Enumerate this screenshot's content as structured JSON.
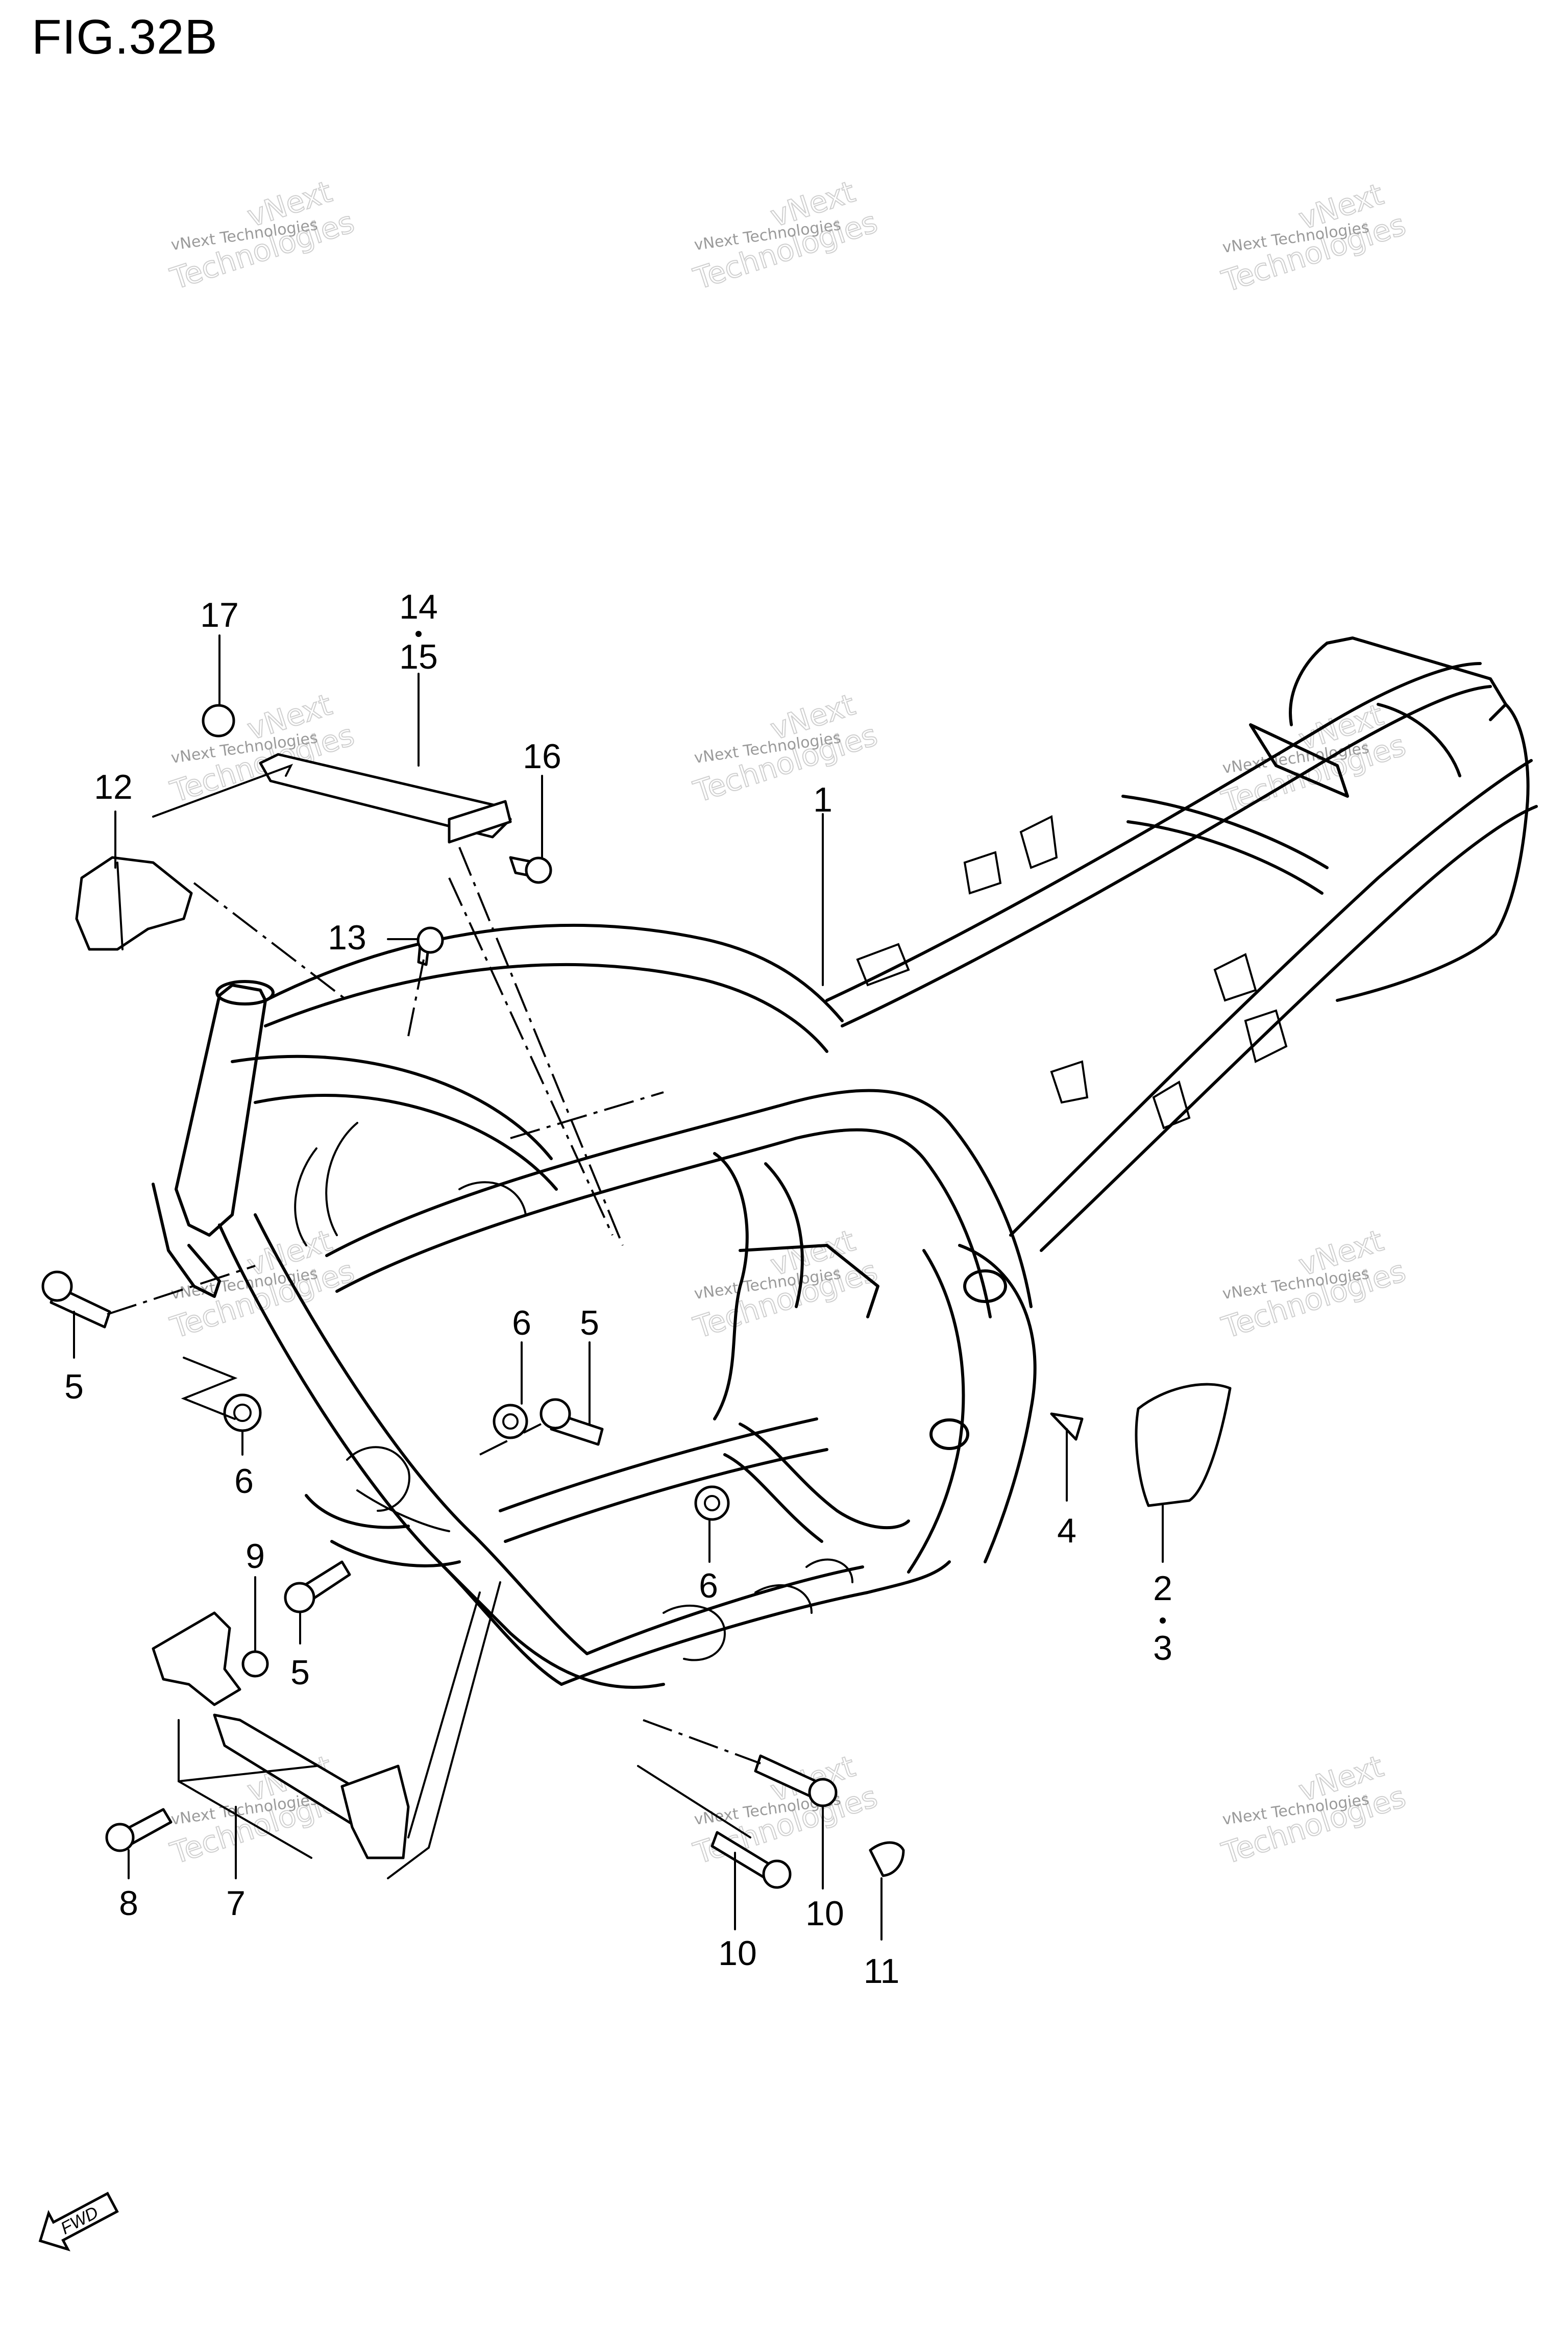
{
  "figure": {
    "title": "FIG.32B"
  },
  "callouts": [
    {
      "id": "c17",
      "label": "17"
    },
    {
      "id": "c14",
      "label": "14"
    },
    {
      "id": "c15",
      "label": "15"
    },
    {
      "id": "c16",
      "label": "16"
    },
    {
      "id": "c12",
      "label": "12"
    },
    {
      "id": "c13",
      "label": "13"
    },
    {
      "id": "c1",
      "label": "1"
    },
    {
      "id": "c5a",
      "label": "5"
    },
    {
      "id": "c6a",
      "label": "6"
    },
    {
      "id": "c6b",
      "label": "6"
    },
    {
      "id": "c5b",
      "label": "5"
    },
    {
      "id": "c6c",
      "label": "6"
    },
    {
      "id": "c9",
      "label": "9"
    },
    {
      "id": "c5c",
      "label": "5"
    },
    {
      "id": "c4",
      "label": "4"
    },
    {
      "id": "c2",
      "label": "2"
    },
    {
      "id": "c3",
      "label": "3"
    },
    {
      "id": "c8",
      "label": "8"
    },
    {
      "id": "c7",
      "label": "7"
    },
    {
      "id": "c10a",
      "label": "10"
    },
    {
      "id": "c10b",
      "label": "10"
    },
    {
      "id": "c11",
      "label": "11"
    }
  ],
  "watermark": {
    "line1": "vNext Technologies",
    "overlay1": "vNext",
    "overlay2": "Technologies"
  },
  "fwd_badge": {
    "label": "FWD"
  }
}
